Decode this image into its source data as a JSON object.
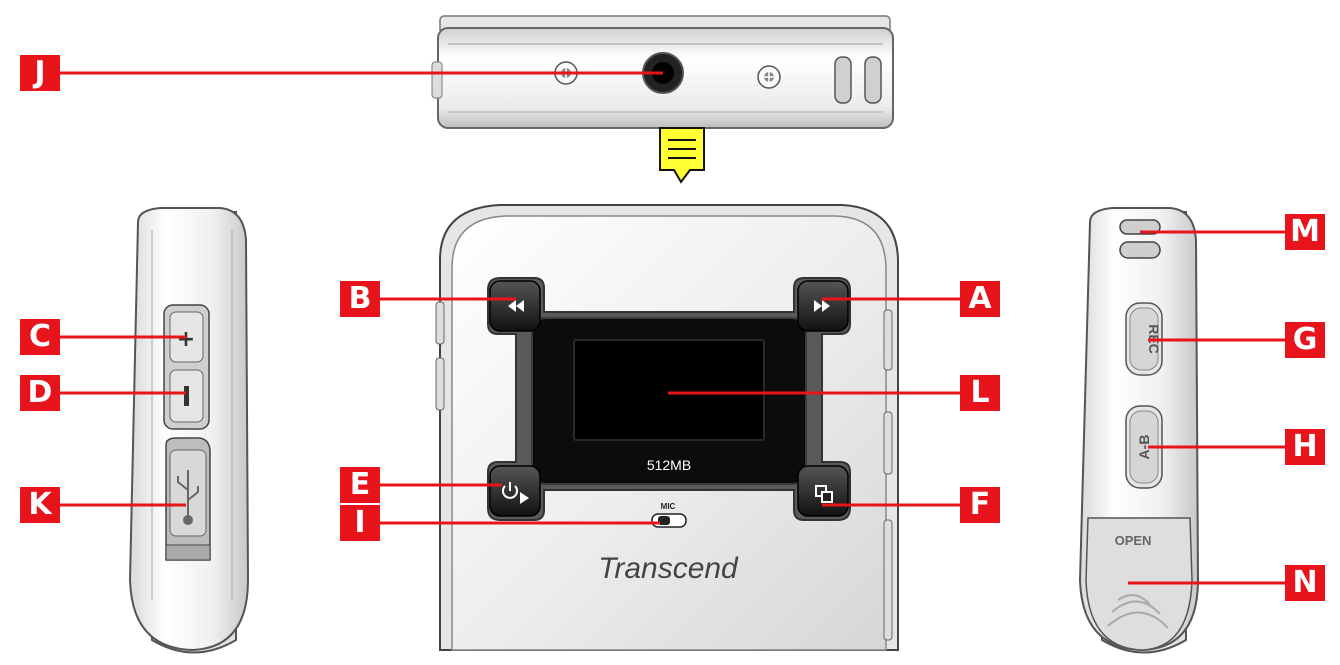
{
  "device": {
    "brand": "Transcend",
    "capacity": "512MB",
    "mic_label": "MIC",
    "rec_label": "REC",
    "ab_label": "A-B",
    "open_label": "OPEN"
  },
  "callouts": [
    {
      "id": "J",
      "label": "J",
      "part": "earphone-jack"
    },
    {
      "id": "B",
      "label": "B",
      "part": "rewind-button"
    },
    {
      "id": "A",
      "label": "A",
      "part": "fast-forward-button"
    },
    {
      "id": "C",
      "label": "C",
      "part": "volume-up-button"
    },
    {
      "id": "D",
      "label": "D",
      "part": "volume-down-button"
    },
    {
      "id": "K",
      "label": "K",
      "part": "usb-port"
    },
    {
      "id": "L",
      "label": "L",
      "part": "lcd-screen"
    },
    {
      "id": "E",
      "label": "E",
      "part": "power-play-button"
    },
    {
      "id": "F",
      "label": "F",
      "part": "menu-button"
    },
    {
      "id": "I",
      "label": "I",
      "part": "mic-switch"
    },
    {
      "id": "M",
      "label": "M",
      "part": "strap-hole"
    },
    {
      "id": "G",
      "label": "G",
      "part": "rec-button"
    },
    {
      "id": "H",
      "label": "H",
      "part": "ab-repeat-button"
    },
    {
      "id": "N",
      "label": "N",
      "part": "battery-cover"
    }
  ],
  "colors": {
    "callout": "#e8141b",
    "note": "#ffff33",
    "body": "#f2f2f2",
    "outline": "#555555"
  },
  "icons": [
    "note-icon",
    "rewind-icon",
    "fast-forward-icon",
    "power-play-icon",
    "menu-icon",
    "usb-icon",
    "speaker-icon"
  ]
}
